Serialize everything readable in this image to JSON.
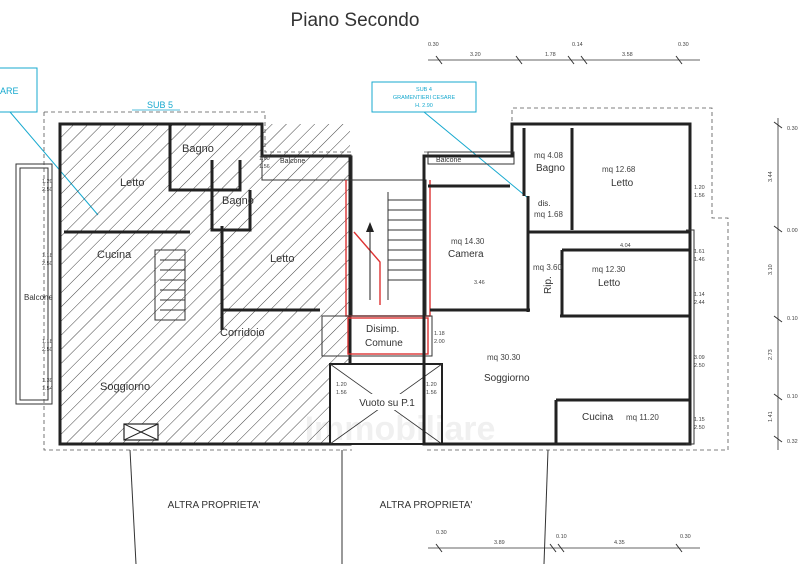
{
  "title": "Piano Secondo",
  "top_dims": {
    "a": "0.30",
    "b": "3.20",
    "c": "1.78",
    "d": "0.14",
    "e": "3.58",
    "f": "0.30"
  },
  "bottom_dims": {
    "a": "0.30",
    "b": "3.89",
    "c": "0.10",
    "d": "4.35",
    "e": "0.30"
  },
  "right_dims": [
    "0.30",
    "3.44",
    "0.00",
    "3.10",
    "0.10",
    "2.73",
    "0.10",
    "1.41",
    "0.32"
  ],
  "callout_left": "ARE",
  "callout_sub4": {
    "l1": "SUB 4",
    "l2": "GRAMENTIERI CESARE",
    "l3": "H. 2.90"
  },
  "sub5": "SUB 5",
  "left_rooms": {
    "bagno": "Bagno",
    "letto1": "Letto",
    "bagno2": "Bagno",
    "cucina": "Cucina",
    "letto2": "Letto",
    "corridoio": "Corridoio",
    "soggiorno": "Soggiorno",
    "balcone": "Balcone"
  },
  "right_rooms": {
    "bagno": "Bagno",
    "bagno_mq": "mq 4.08",
    "letto1": "Letto",
    "letto1_mq": "mq 12.68",
    "dis": "dis.",
    "dis_mq": "mq 1.68",
    "camera": "Camera",
    "camera_mq": "mq 14.30",
    "rip": "Rip.",
    "rip_mq": "mq 3.60",
    "letto2": "Letto",
    "letto2_mq": "mq 12.30",
    "soggiorno": "Soggiorno",
    "soggiorno_mq": "mq 30.30",
    "cucina": "Cucina",
    "cucina_mq": "mq 11.20",
    "balcone": "Balcone"
  },
  "center": {
    "disimp": "Disimp.",
    "comune": "Comune",
    "vuoto": "Vuoto su P.1"
  },
  "balcone_top": "Balcone",
  "windows_small": {
    "w1": "1.20",
    "w1b": "2.50",
    "w2": "1.18",
    "w2b": "2.50",
    "w3": "1.18",
    "w3b": "2.50",
    "w4": "1.39",
    "w4b": "1.54",
    "w5": "1.60",
    "w5b": "1.56",
    "w6": "1.20",
    "w6b": "1.56",
    "w7": "1.20",
    "w7b": "1.56",
    "w8": "1.18",
    "w8b": "2.00",
    "w9": "1.20",
    "w9b": "1.56",
    "w10": "1.61",
    "w10b": "1.46",
    "w11": "1.14",
    "w11b": "2.44",
    "w12": "3.09",
    "w12b": "2.50",
    "w13": "1.15",
    "w13b": "2.50",
    "r1": "3.46",
    "r2": "4.04"
  },
  "altra1": "ALTRA PROPRIETA'",
  "altra2": "ALTRA PROPRIETA'",
  "watermark": "Immobiliare"
}
